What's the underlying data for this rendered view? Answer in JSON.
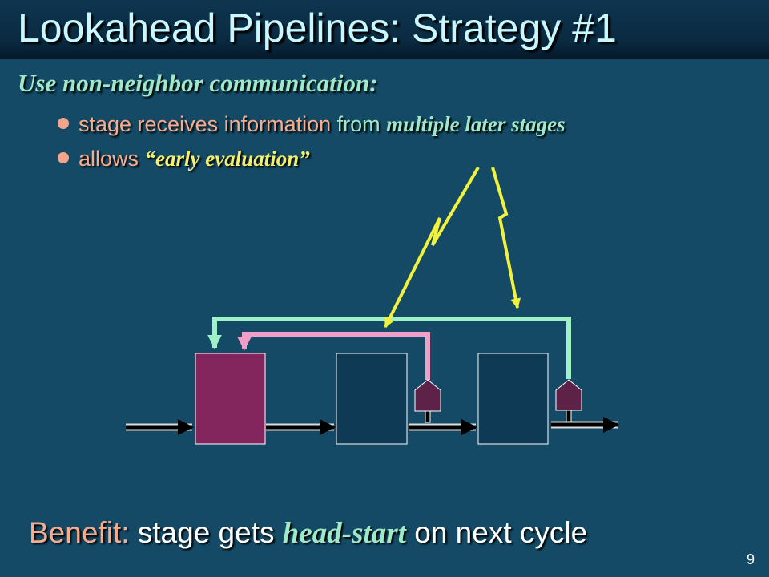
{
  "slide": {
    "title": "Lookahead Pipelines:  Strategy #1",
    "heading": "Use non-neighbor communication:",
    "bullets": [
      {
        "text_plain": "stage receives information",
        "text_connector": " from ",
        "text_italic": "multiple later stages"
      },
      {
        "text_plain": "allows ",
        "text_italic": "“early evaluation”"
      }
    ],
    "benefit": {
      "label": "Benefit:",
      "text_before": " stage gets ",
      "text_italic": "head-start",
      "text_after": " on next cycle"
    },
    "page_number": "9"
  },
  "colors": {
    "background": "#144a66",
    "stage_active": "#84265e",
    "stage_idle": "#0f3a55",
    "gate": "#5e2248",
    "feedback_long": "#a0f0c8",
    "feedback_short": "#f0a0c8",
    "lightning": "#f2f23a"
  },
  "diagram": {
    "stages": [
      "stage-1",
      "stage-2",
      "stage-3"
    ],
    "gates": [
      "gate-stage-2",
      "gate-stage-3"
    ],
    "feedback_paths": [
      "stage-2 to stage-1",
      "stage-3 to stage-1"
    ]
  }
}
